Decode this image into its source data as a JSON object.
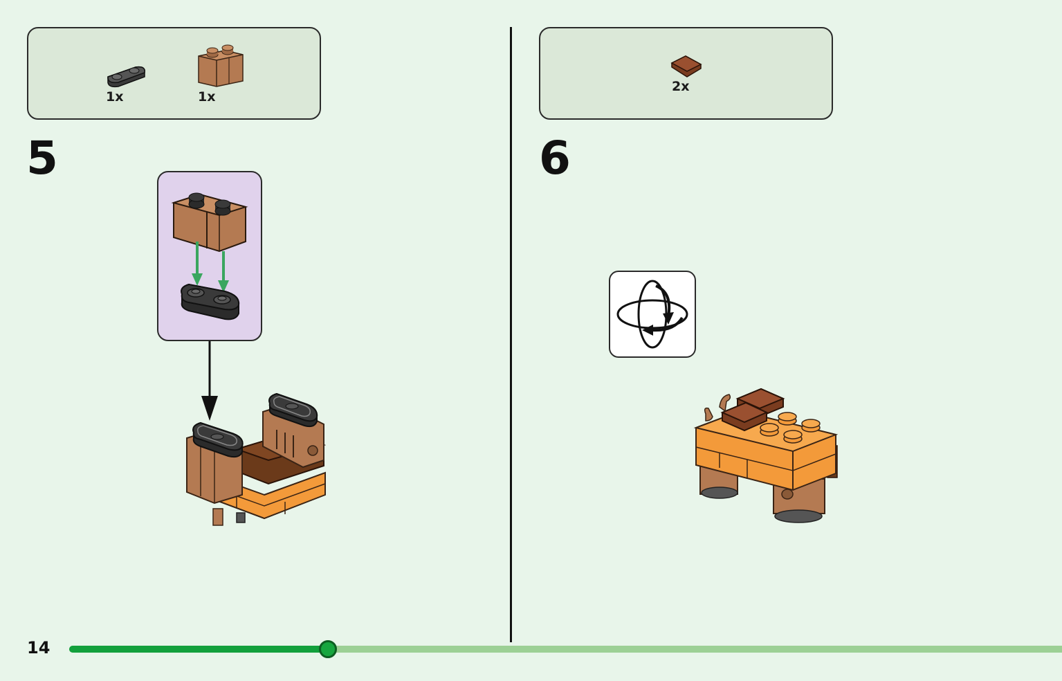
{
  "page": {
    "number": "14"
  },
  "progress": {
    "fraction": 0.26
  },
  "step5": {
    "number": "5",
    "parts": [
      {
        "name": "dark-grey-plate-1x2",
        "quantity": "1x",
        "color": "#3a3a3a"
      },
      {
        "name": "tan-brick-1x2-with-groove",
        "quantity": "1x",
        "color": "#b47a52"
      }
    ]
  },
  "step6": {
    "number": "6",
    "parts": [
      {
        "name": "reddish-brown-tile-1x1",
        "quantity": "2x",
        "color": "#8b4a2a"
      }
    ],
    "rotate_icon": "rotate-model-icon"
  },
  "colors": {
    "background": "#e8f5ea",
    "parts_box": "#dbe8d8",
    "callout": "#e0d2ec",
    "arrow_green": "#3aa65f",
    "orange": "#f39a3a",
    "tan": "#b47a52",
    "dark_grey": "#3a3a3a",
    "reddish_brown": "#8b4a2a",
    "progress_done": "#12a03c",
    "progress_todo": "#9cd095"
  }
}
